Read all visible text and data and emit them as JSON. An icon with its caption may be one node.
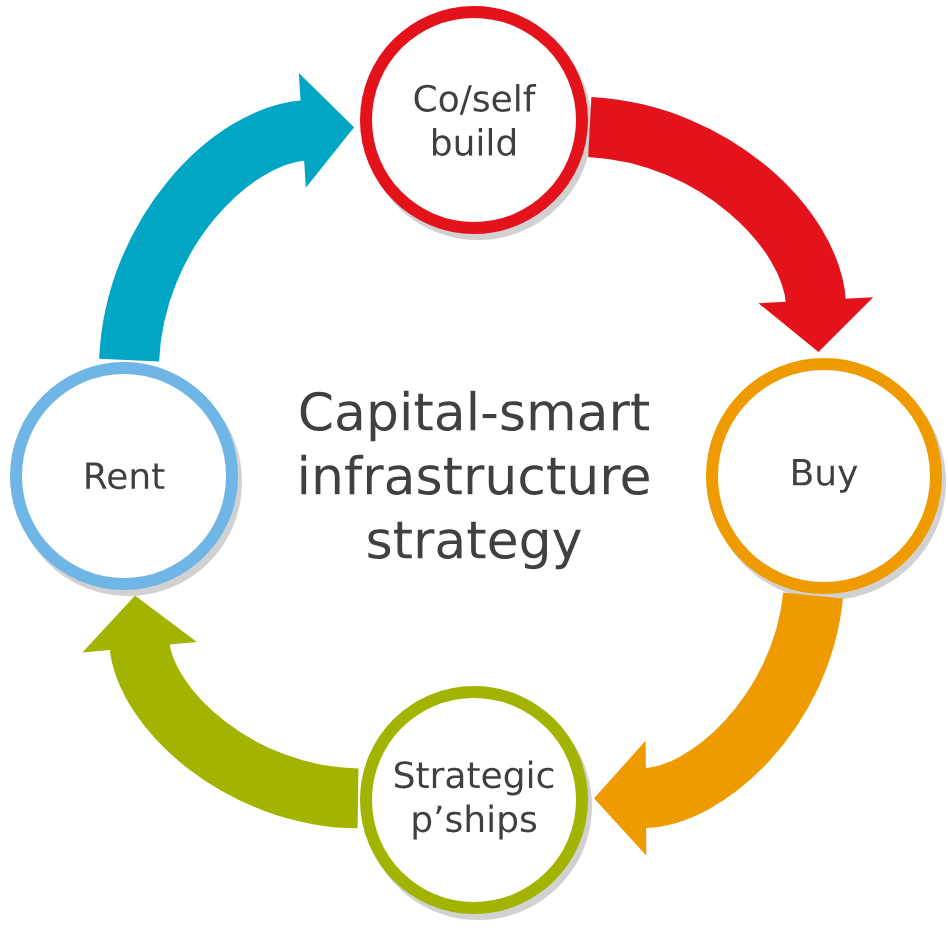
{
  "diagram": {
    "nodes": [
      {
        "text": [
          "Co/self build"
        ]
      },
      {
        "text": [
          "Rent"
        ]
      },
      {
        "text": [
          "Buy"
        ]
      },
      {
        "text": [
          "Strategic p’ships"
        ]
      }
    ],
    "edges": [
      {
        "from": 0,
        "to": 2,
        "arrow": "to",
        "color": "#e3121b"
      },
      {
        "from": 2,
        "to": 3,
        "arrow": "to",
        "color": "#ef9b00"
      },
      {
        "from": 3,
        "to": 1,
        "arrow": "to",
        "color": "#a3b400"
      },
      {
        "from": 1,
        "to": 0,
        "arrow": "to",
        "color": "#00a6c4"
      }
    ],
    "labels": [
      "Capital-smart infrastructure strategy"
    ]
  }
}
